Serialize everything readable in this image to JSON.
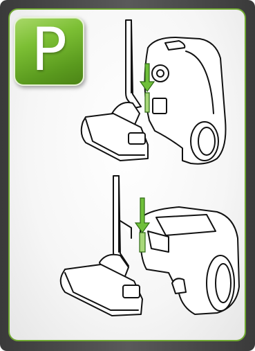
{
  "badge": {
    "letter": "P",
    "color": "#7cbf34"
  },
  "colors": {
    "frame": "#4a4a4a",
    "accent_arrow": "#6fbf3a",
    "outline": "#111111"
  },
  "illustrations": [
    {
      "icon": "vacuum-cleaner-bag-model-icon",
      "arrow": "down"
    },
    {
      "icon": "vacuum-cleaner-compact-model-icon",
      "arrow": "down"
    }
  ]
}
